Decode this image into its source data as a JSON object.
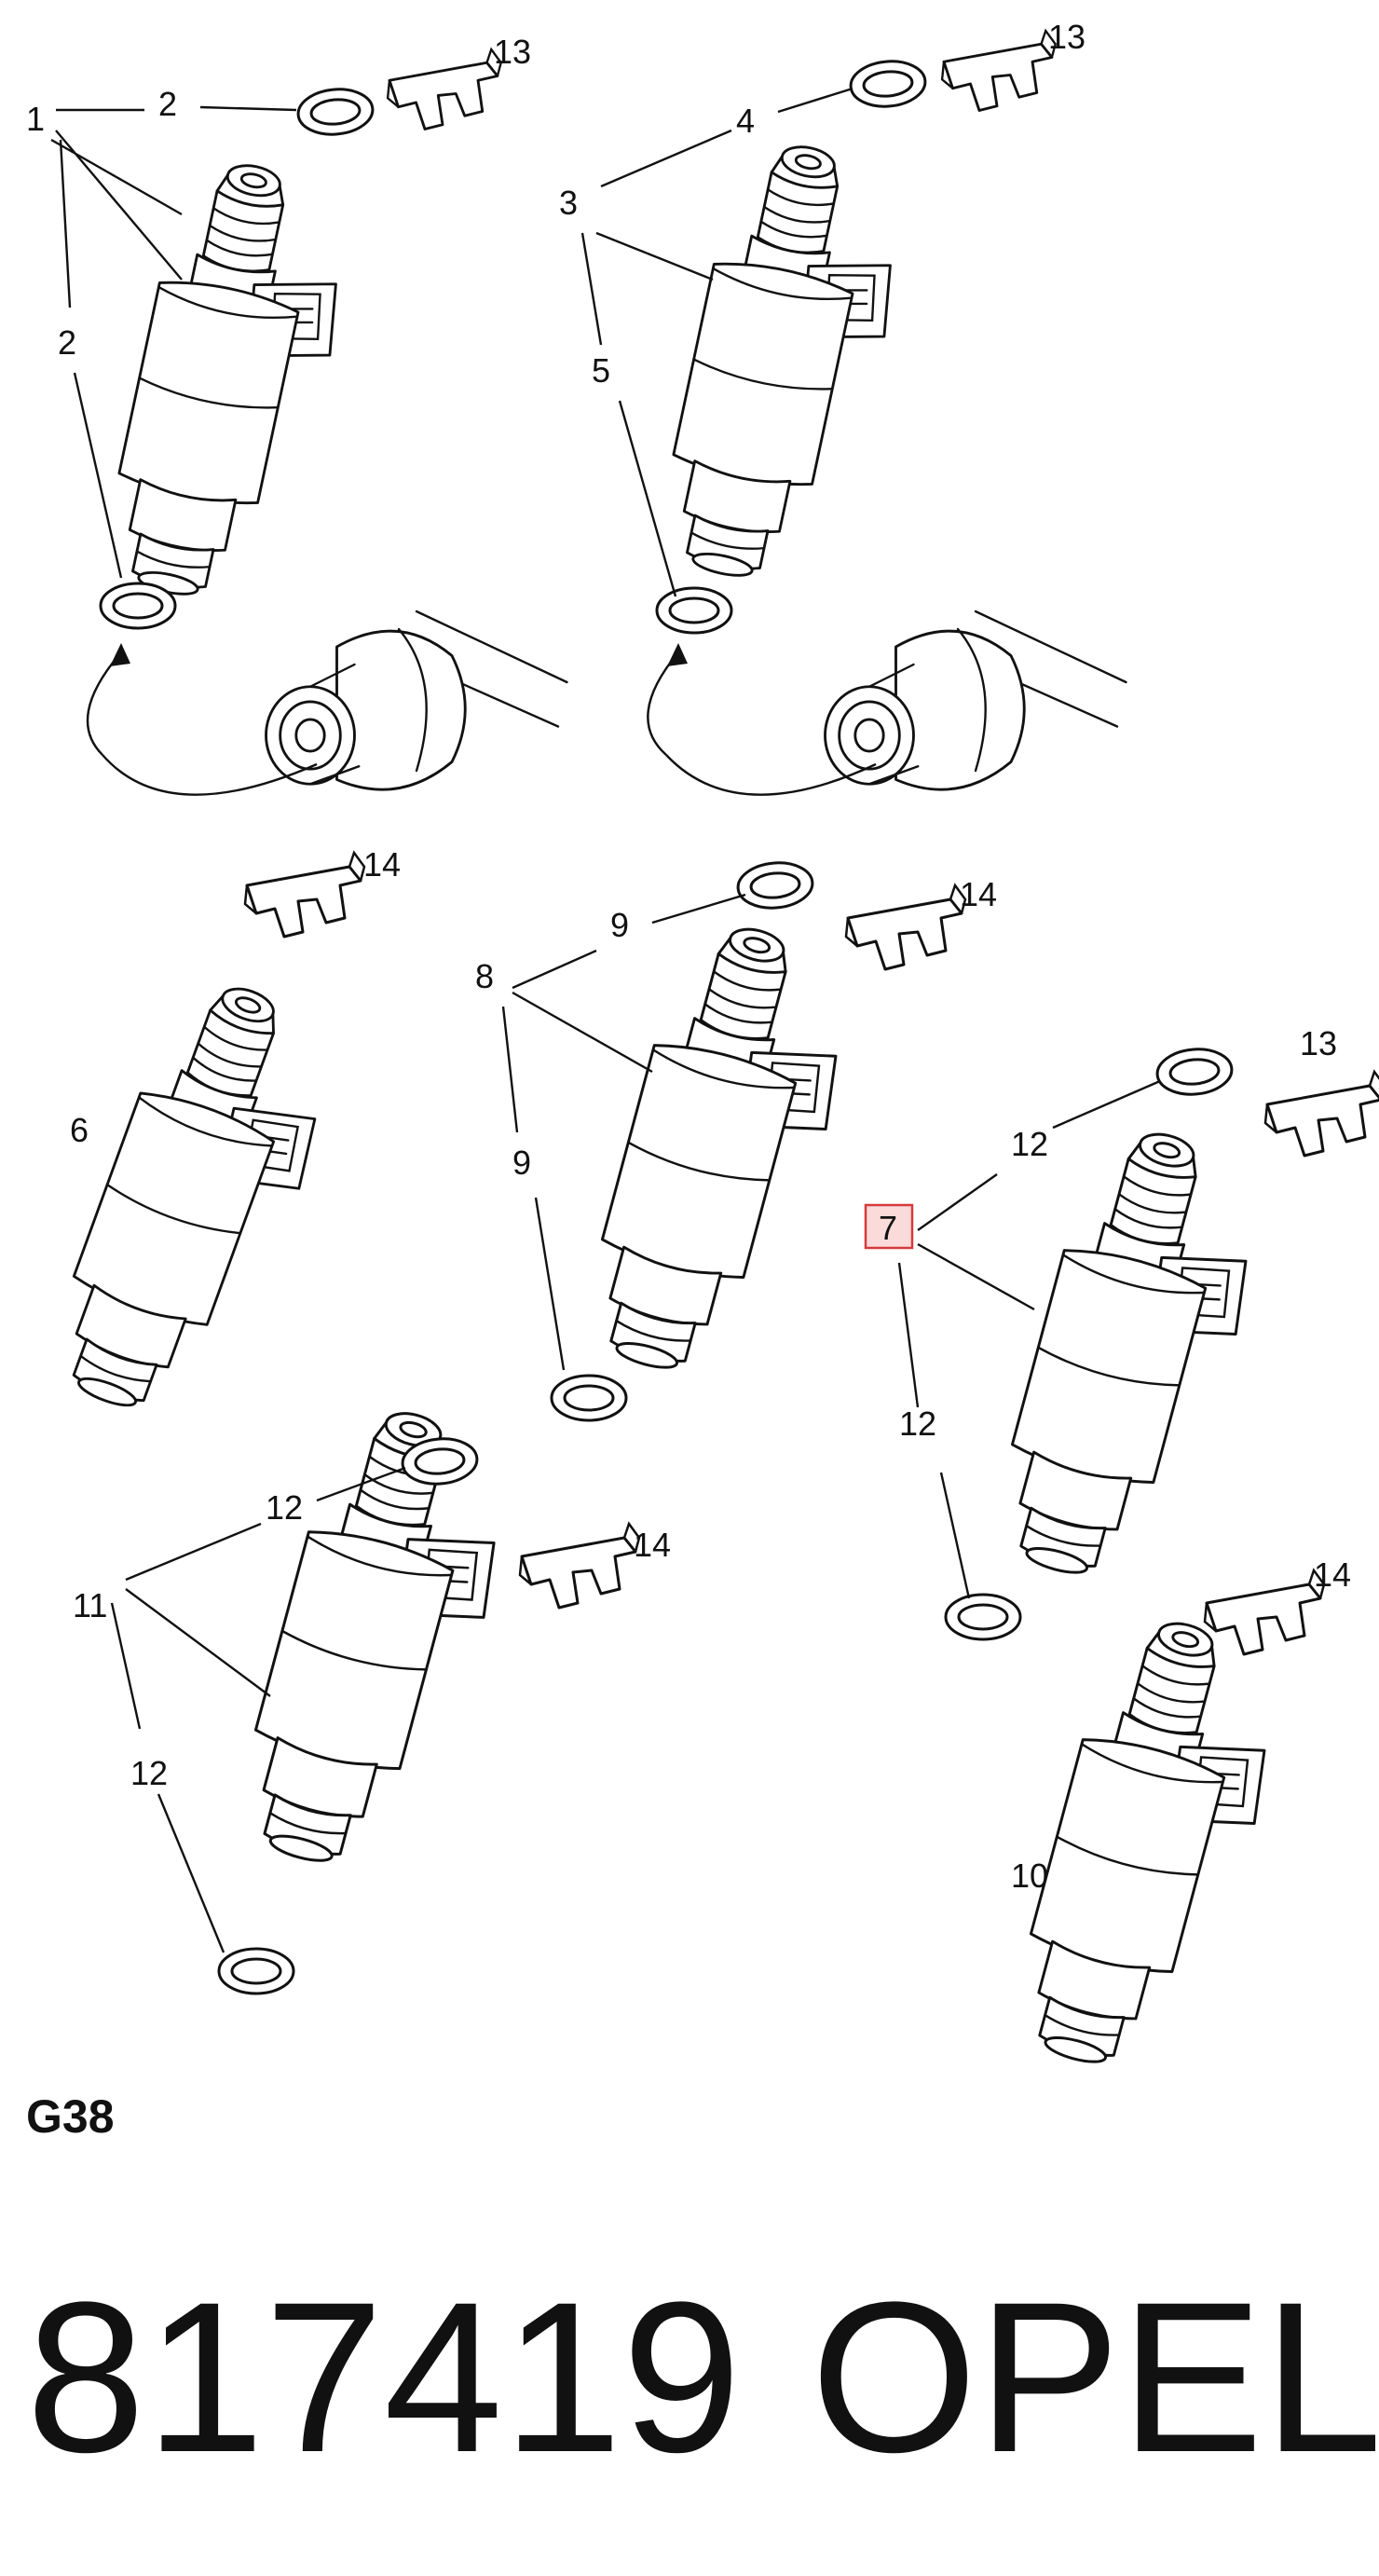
{
  "section_code": "G38",
  "footer": {
    "part_number": "817419",
    "brand": "OPEL"
  },
  "highlighted_callout": "7",
  "colors": {
    "line": "#111111",
    "highlight_fill": "#fbdada",
    "highlight_stroke": "#d63a3a"
  },
  "callouts": {
    "c1": "1",
    "c2a": "2",
    "c2b": "2",
    "c13a": "13",
    "c3": "3",
    "c4": "4",
    "c5": "5",
    "c13b": "13",
    "c14a": "14",
    "c6": "6",
    "c8": "8",
    "c9a": "9",
    "c9b": "9",
    "c14b": "14",
    "c13c": "13",
    "c12a": "12",
    "c7": "7",
    "c12b": "12",
    "c11": "11",
    "c12c": "12",
    "c12d": "12",
    "c14c": "14",
    "c14d": "14",
    "c10": "10"
  }
}
